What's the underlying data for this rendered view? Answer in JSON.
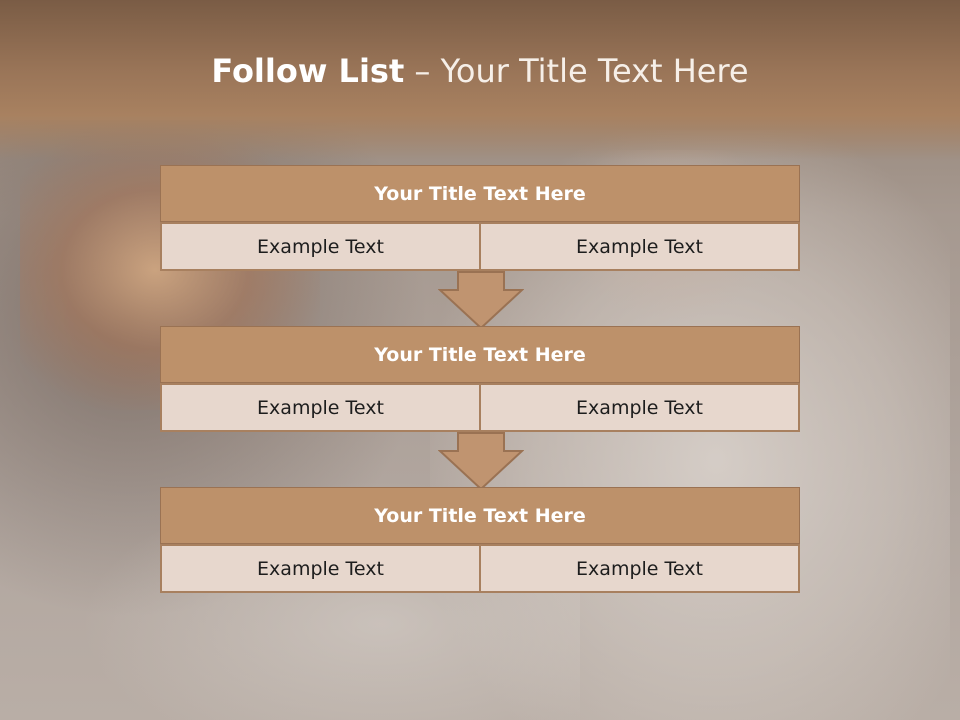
{
  "slide": {
    "title_bold": "Follow List",
    "title_rest": " – Your Title Text Here"
  },
  "rows": [
    {
      "header": "Your Title Text Here",
      "cells": [
        "Example Text",
        "Example Text"
      ]
    },
    {
      "header": "Your Title Text Here",
      "cells": [
        "Example Text",
        "Example Text"
      ]
    },
    {
      "header": "Your Title Text Here",
      "cells": [
        "Example Text",
        "Example Text"
      ]
    }
  ],
  "colors": {
    "header_fill": "#bd916a",
    "cell_fill": "#e7d7cd",
    "border": "#a8805f",
    "arrow_fill": "#c09470"
  },
  "icons": [
    "down-arrow-icon",
    "down-arrow-icon"
  ]
}
